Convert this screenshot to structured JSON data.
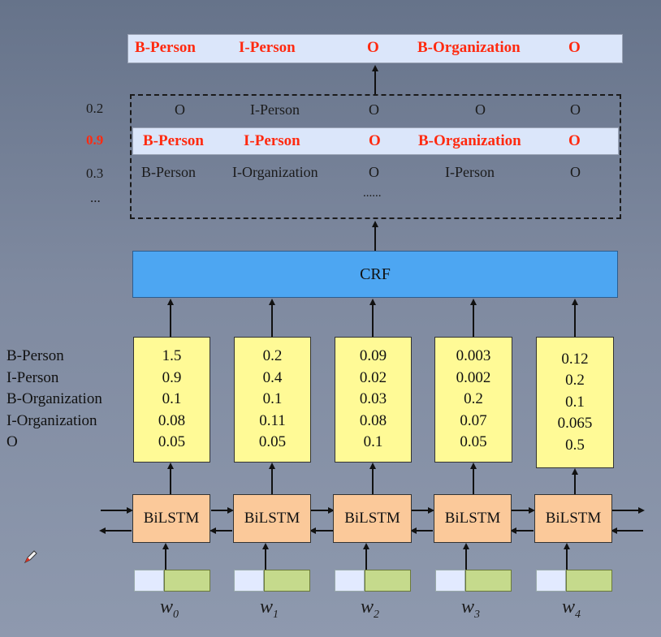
{
  "final_output": [
    "B-Person",
    "I-Person",
    "O",
    "B-Organization",
    "O"
  ],
  "candidates": [
    {
      "score": "0.2",
      "tags": [
        "O",
        "I-Person",
        "O",
        "O",
        "O"
      ],
      "best": false
    },
    {
      "score": "0.9",
      "tags": [
        "B-Person",
        "I-Person",
        "O",
        "B-Organization",
        "O"
      ],
      "best": true
    },
    {
      "score": "0.3",
      "tags": [
        "B-Person",
        "I-Organization",
        "O",
        "I-Person",
        "O"
      ],
      "best": false
    }
  ],
  "ellipsis_score": "...",
  "ellipsis_tag": "......",
  "crf_label": "CRF",
  "tag_labels": [
    "B-Person",
    "I-Person",
    "B-Organization",
    "I-Organization",
    "O"
  ],
  "emission_scores": [
    [
      "1.5",
      "0.9",
      "0.1",
      "0.08",
      "0.05"
    ],
    [
      "0.2",
      "0.4",
      "0.1",
      "0.11",
      "0.05"
    ],
    [
      "0.09",
      "0.02",
      "0.03",
      "0.08",
      "0.1"
    ],
    [
      "0.003",
      "0.002",
      "0.2",
      "0.07",
      "0.05"
    ],
    [
      "0.12",
      "0.2",
      "0.1",
      "0.065",
      "0.5"
    ]
  ],
  "lstm_label": "BiLSTM",
  "words": [
    {
      "w": "w",
      "i": "0"
    },
    {
      "w": "w",
      "i": "1"
    },
    {
      "w": "w",
      "i": "2"
    },
    {
      "w": "w",
      "i": "3"
    },
    {
      "w": "w",
      "i": "4"
    }
  ],
  "colors": {
    "highlight_red": "#ff2a10",
    "crf_blue": "#4da6f2",
    "emission_yellow": "#fffa96",
    "lstm_orange": "#fbc99a",
    "embedding_green": "#c5da8c",
    "embedding_blue": "#e2eaff",
    "row_highlight": "#dbe6fa"
  }
}
